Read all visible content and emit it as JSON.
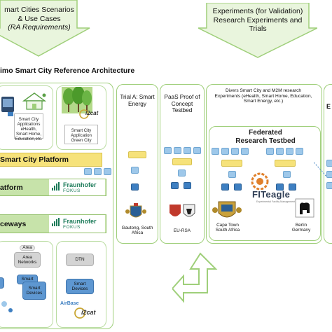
{
  "banners": {
    "left": {
      "line1": "mart Cities Scenarios",
      "line2": "& Use Cases",
      "line3": "(RA Requirements)"
    },
    "right": {
      "line1": "Experiments (for Validation)",
      "line2": "Research Experiments and",
      "line3": "Trials"
    }
  },
  "reference_title": "imo Smart City Reference Architecture",
  "apps": {
    "left_app": "Smart City Applications eHealth, Smart Home, Education,etc.",
    "right_app": "Smart City Application Green City",
    "i2cat_top": "i2cat",
    "i2cat_bottom": "i2cat"
  },
  "platform_bars": {
    "smart_city_platform": "Smart City Platform",
    "platform": "atform",
    "gateways": "ceways",
    "fraunhofer_1": "Fraunhofer",
    "fokus_1": "FOKUS",
    "fraunhofer_2": "Fraunhofer",
    "fokus_2": "FOKUS"
  },
  "devices": {
    "area_small": "Area",
    "area_networks": "Area Networks",
    "dtn": "DTN",
    "smart_devices_left_1": "Smart",
    "smart_devices_left_2": "Smart Devices",
    "smart_devices_right": "Smart Devices",
    "airbase": "AirBase"
  },
  "trials": {
    "trial_a": "Trial A: Smart Energy",
    "trial_a_location": "Gautong, South Africa",
    "paas": "PaaS Proof of Concept Testbed",
    "paas_location": "EU-RSA"
  },
  "research": {
    "diverse": "Divers Smart City and M2M research Experiments (eHealth, Smart Home, Education, Smart Energy, etc.)",
    "federated_title": "Federated Research Testbed",
    "fiteagle": "FITeagle",
    "fiteagle_tagline": "Experimental Facility Management Framework",
    "cape_town": "Cape Town South Africa",
    "berlin": "Berlin Germany",
    "right_clip": "E"
  },
  "colors": {
    "panel_border": "#9fcf7a",
    "yellow": "#f6e27a",
    "green_bar": "#c7e3aa",
    "light_blue": "#9ec8ea",
    "dark_blue": "#3e7fc1",
    "fraunhofer_green": "#1a7a58",
    "arrow_fill": "#e9f5dd"
  }
}
